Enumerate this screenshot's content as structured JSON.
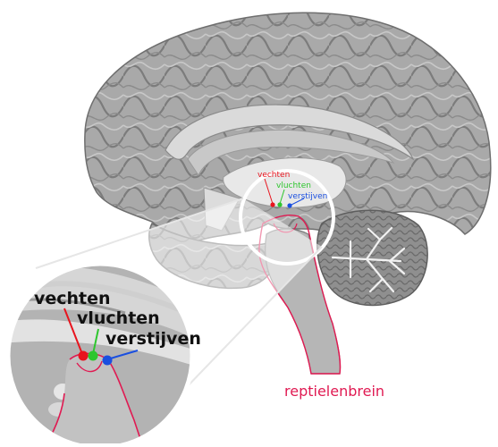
{
  "labels": {
    "fight": "vechten",
    "flight": "vluchten",
    "freeze": "verstijven",
    "reptile_brain": "reptielenbrein"
  },
  "colors": {
    "fight": "#e8141e",
    "flight": "#2ec62e",
    "freeze": "#1a4fe0",
    "reptile_brain": "#e01a52",
    "outline": "#e01a52",
    "brain_fill": "#a6a6a6",
    "lens_ring": "#ffffff"
  },
  "icons": {
    "fight_marker": "red-dot",
    "flight_marker": "green-dot",
    "freeze_marker": "blue-dot"
  }
}
